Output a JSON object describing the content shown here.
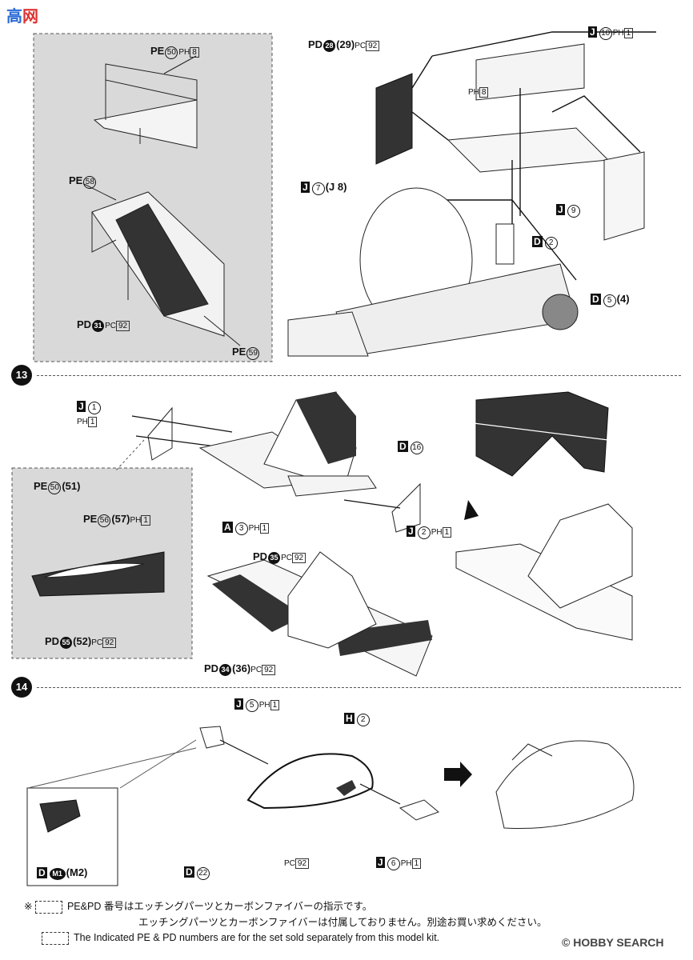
{
  "watermark_top": {
    "cn": "高",
    "text": "网"
  },
  "steps": {
    "s13": "13",
    "s14": "14"
  },
  "step12": {
    "pe50": {
      "code": "PE",
      "num": "50",
      "sub": "PH",
      "box": "8"
    },
    "pe58": {
      "code": "PE",
      "num": "58"
    },
    "pd31": {
      "code": "PD",
      "num": "31",
      "sub": "PC",
      "box": "92"
    },
    "pe59": {
      "code": "PE",
      "num": "59"
    },
    "pd28": {
      "code": "PD",
      "num": "28",
      "paren": "(29)",
      "sub": "PC",
      "box": "92"
    },
    "j10": {
      "code": "J",
      "num": "10",
      "sub": "PH",
      "box": "1"
    },
    "ph8": {
      "sub": "PH",
      "box": "8"
    },
    "j7": {
      "code": "J",
      "num": "7",
      "paren": "(J 8)"
    },
    "d2": {
      "code": "D",
      "num": "2"
    },
    "j9": {
      "code": "J",
      "num": "9"
    },
    "d5": {
      "code": "D",
      "num": "5",
      "paren": "(4)"
    }
  },
  "step13": {
    "j1": {
      "code": "J",
      "num": "1",
      "sub": "PH",
      "box": "1"
    },
    "d16": {
      "code": "D",
      "num": "16"
    },
    "pe50": {
      "code": "PE",
      "num": "50",
      "paren": "(51)"
    },
    "pe56": {
      "code": "PE",
      "num": "56",
      "paren": "(57)",
      "sub": "PH",
      "box": "1"
    },
    "pd55": {
      "code": "PD",
      "num": "55",
      "paren": "(52)",
      "sub": "PC",
      "box": "92"
    },
    "a3": {
      "code": "A",
      "num": "3",
      "sub": "PH",
      "box": "1"
    },
    "j2": {
      "code": "J",
      "num": "2",
      "sub": "PH",
      "box": "1"
    },
    "pd35": {
      "code": "PD",
      "num": "35",
      "sub": "PC",
      "box": "92"
    },
    "pd34": {
      "code": "PD",
      "num": "34",
      "paren": "(36)",
      "sub": "PC",
      "box": "92"
    }
  },
  "step14": {
    "j5": {
      "code": "J",
      "num": "5",
      "sub": "PH",
      "box": "1"
    },
    "h2": {
      "code": "H",
      "num": "2"
    },
    "d22": {
      "code": "D",
      "num": "22"
    },
    "pc92": {
      "sub": "PC",
      "box": "92"
    },
    "j6": {
      "code": "J",
      "num": "6",
      "sub": "PH",
      "box": "1"
    },
    "dm1": {
      "code": "D",
      "num": "M1",
      "paren": "(M2)"
    }
  },
  "notes": {
    "mark": "※",
    "jp1": "PE&PD 番号はエッチングパーツとカーボンファイバーの指示です。",
    "jp2": "エッチングパーツとカーボンファイバーは付属しておりません。別途お買い求めください。",
    "en": "The Indicated PE & PD numbers are for the set sold separately from this model kit."
  },
  "watermark_bottom": {
    "text": "HOBBY SEARCH",
    "copy": "©"
  },
  "colors": {
    "ink": "#111111",
    "panel": "#d9d9d9",
    "dark": "#333333"
  }
}
